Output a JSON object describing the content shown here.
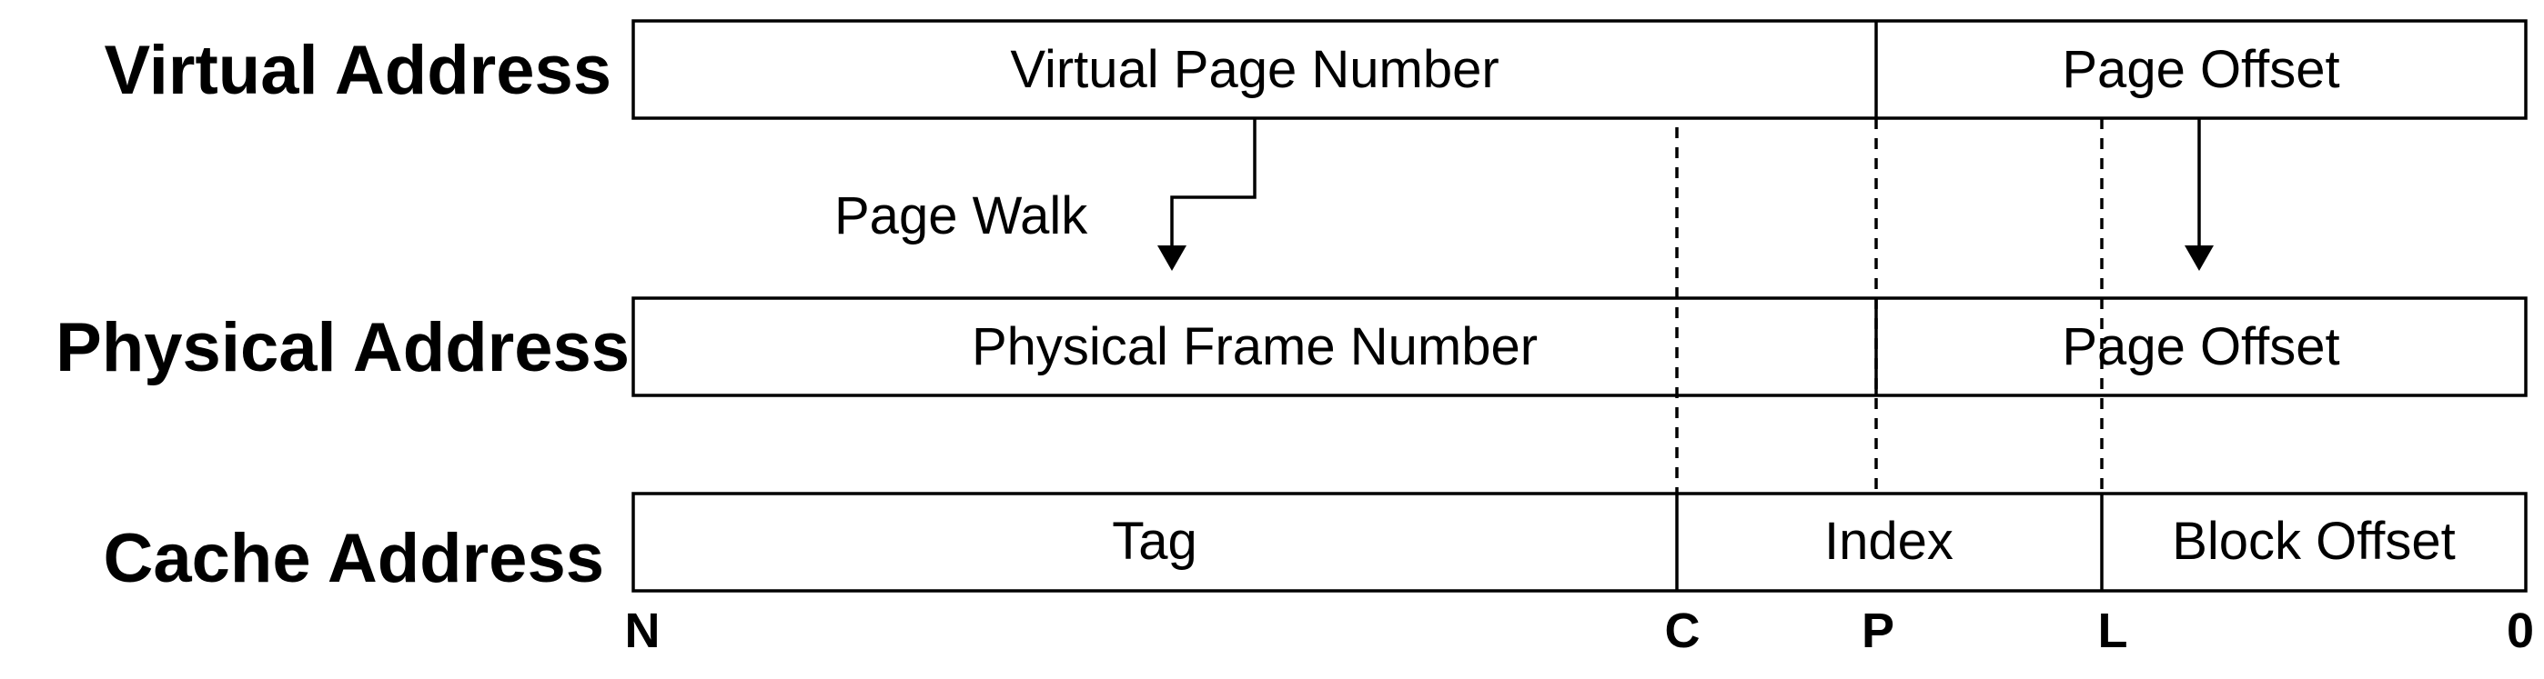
{
  "rows": {
    "virtual": {
      "label": "Virtual Address",
      "fields": [
        "Virtual Page Number",
        "Page Offset"
      ]
    },
    "physical": {
      "label": "Physical Address",
      "fields": [
        "Physical Frame Number",
        "Page Offset"
      ]
    },
    "cache": {
      "label": "Cache Address",
      "fields": [
        "Tag",
        "Index",
        "Block Offset"
      ]
    }
  },
  "annotations": {
    "page_walk": "Page Walk"
  },
  "bit_markers": [
    "N",
    "C",
    "P",
    "L",
    "0"
  ]
}
